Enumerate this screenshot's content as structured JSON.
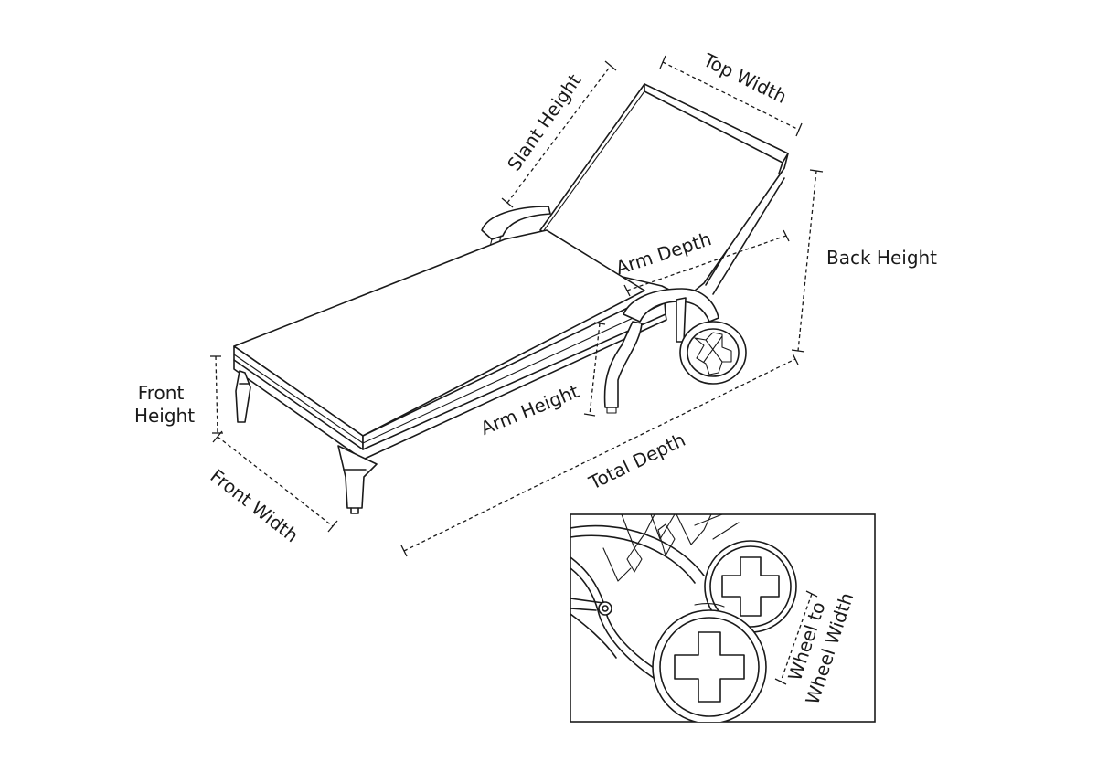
{
  "labels": {
    "slant_height": "Slant Height",
    "top_width": "Top Width",
    "back_height": "Back Height",
    "arm_depth": "Arm Depth",
    "arm_height": "Arm Height",
    "front_height_line1": "Front",
    "front_height_line2": "Height",
    "front_width": "Front Width",
    "total_depth": "Total Depth",
    "wheel_line1": "Wheel to",
    "wheel_line2": "Wheel Width"
  },
  "colors": {
    "line": "#1a1a1a",
    "background": "#ffffff"
  }
}
